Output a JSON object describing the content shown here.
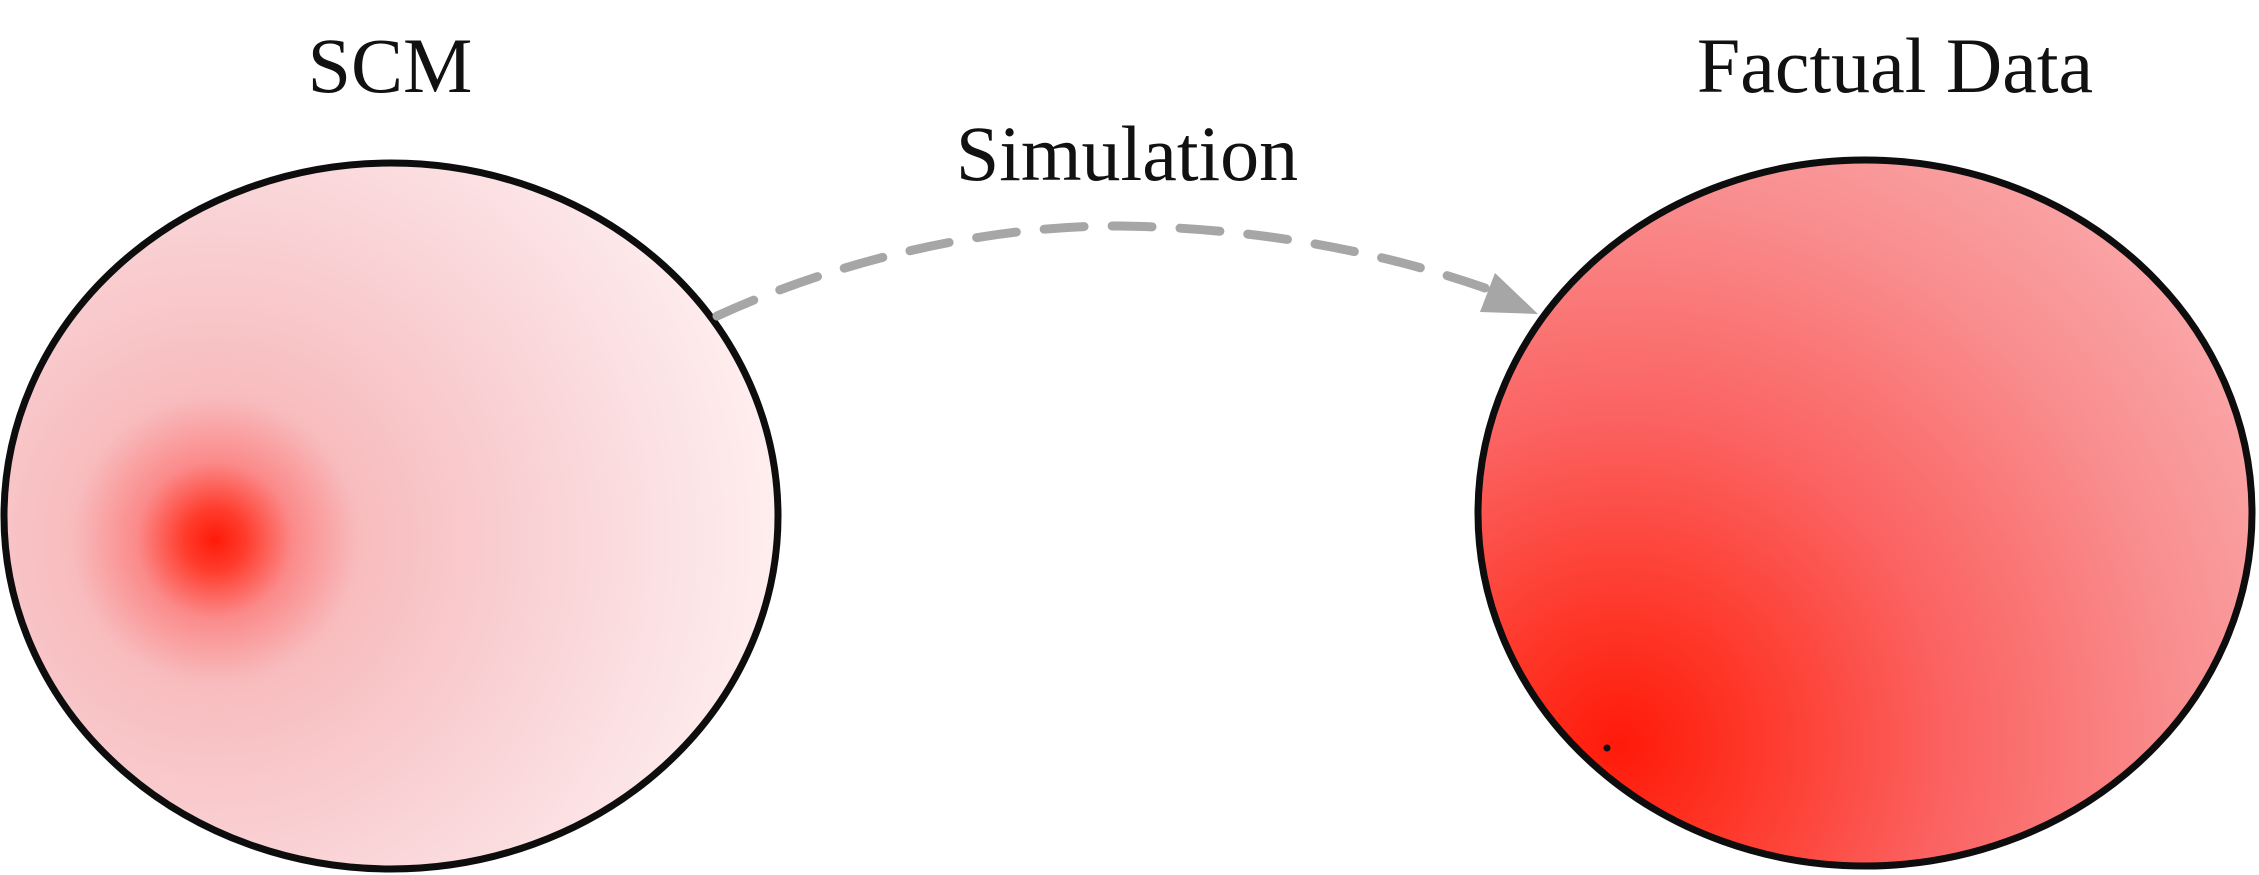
{
  "nodes": {
    "scm": {
      "label": "SCM"
    },
    "factual_data": {
      "label": "Factual Data"
    }
  },
  "edges": {
    "simulation": {
      "label": "Simulation"
    }
  },
  "colors": {
    "outline": "#0d0d0d",
    "arrow": "#a6a6a6",
    "hot_red": "#ff1a0a",
    "light_pink": "#fde9ea",
    "mid_pink": "#f6b9bd"
  }
}
